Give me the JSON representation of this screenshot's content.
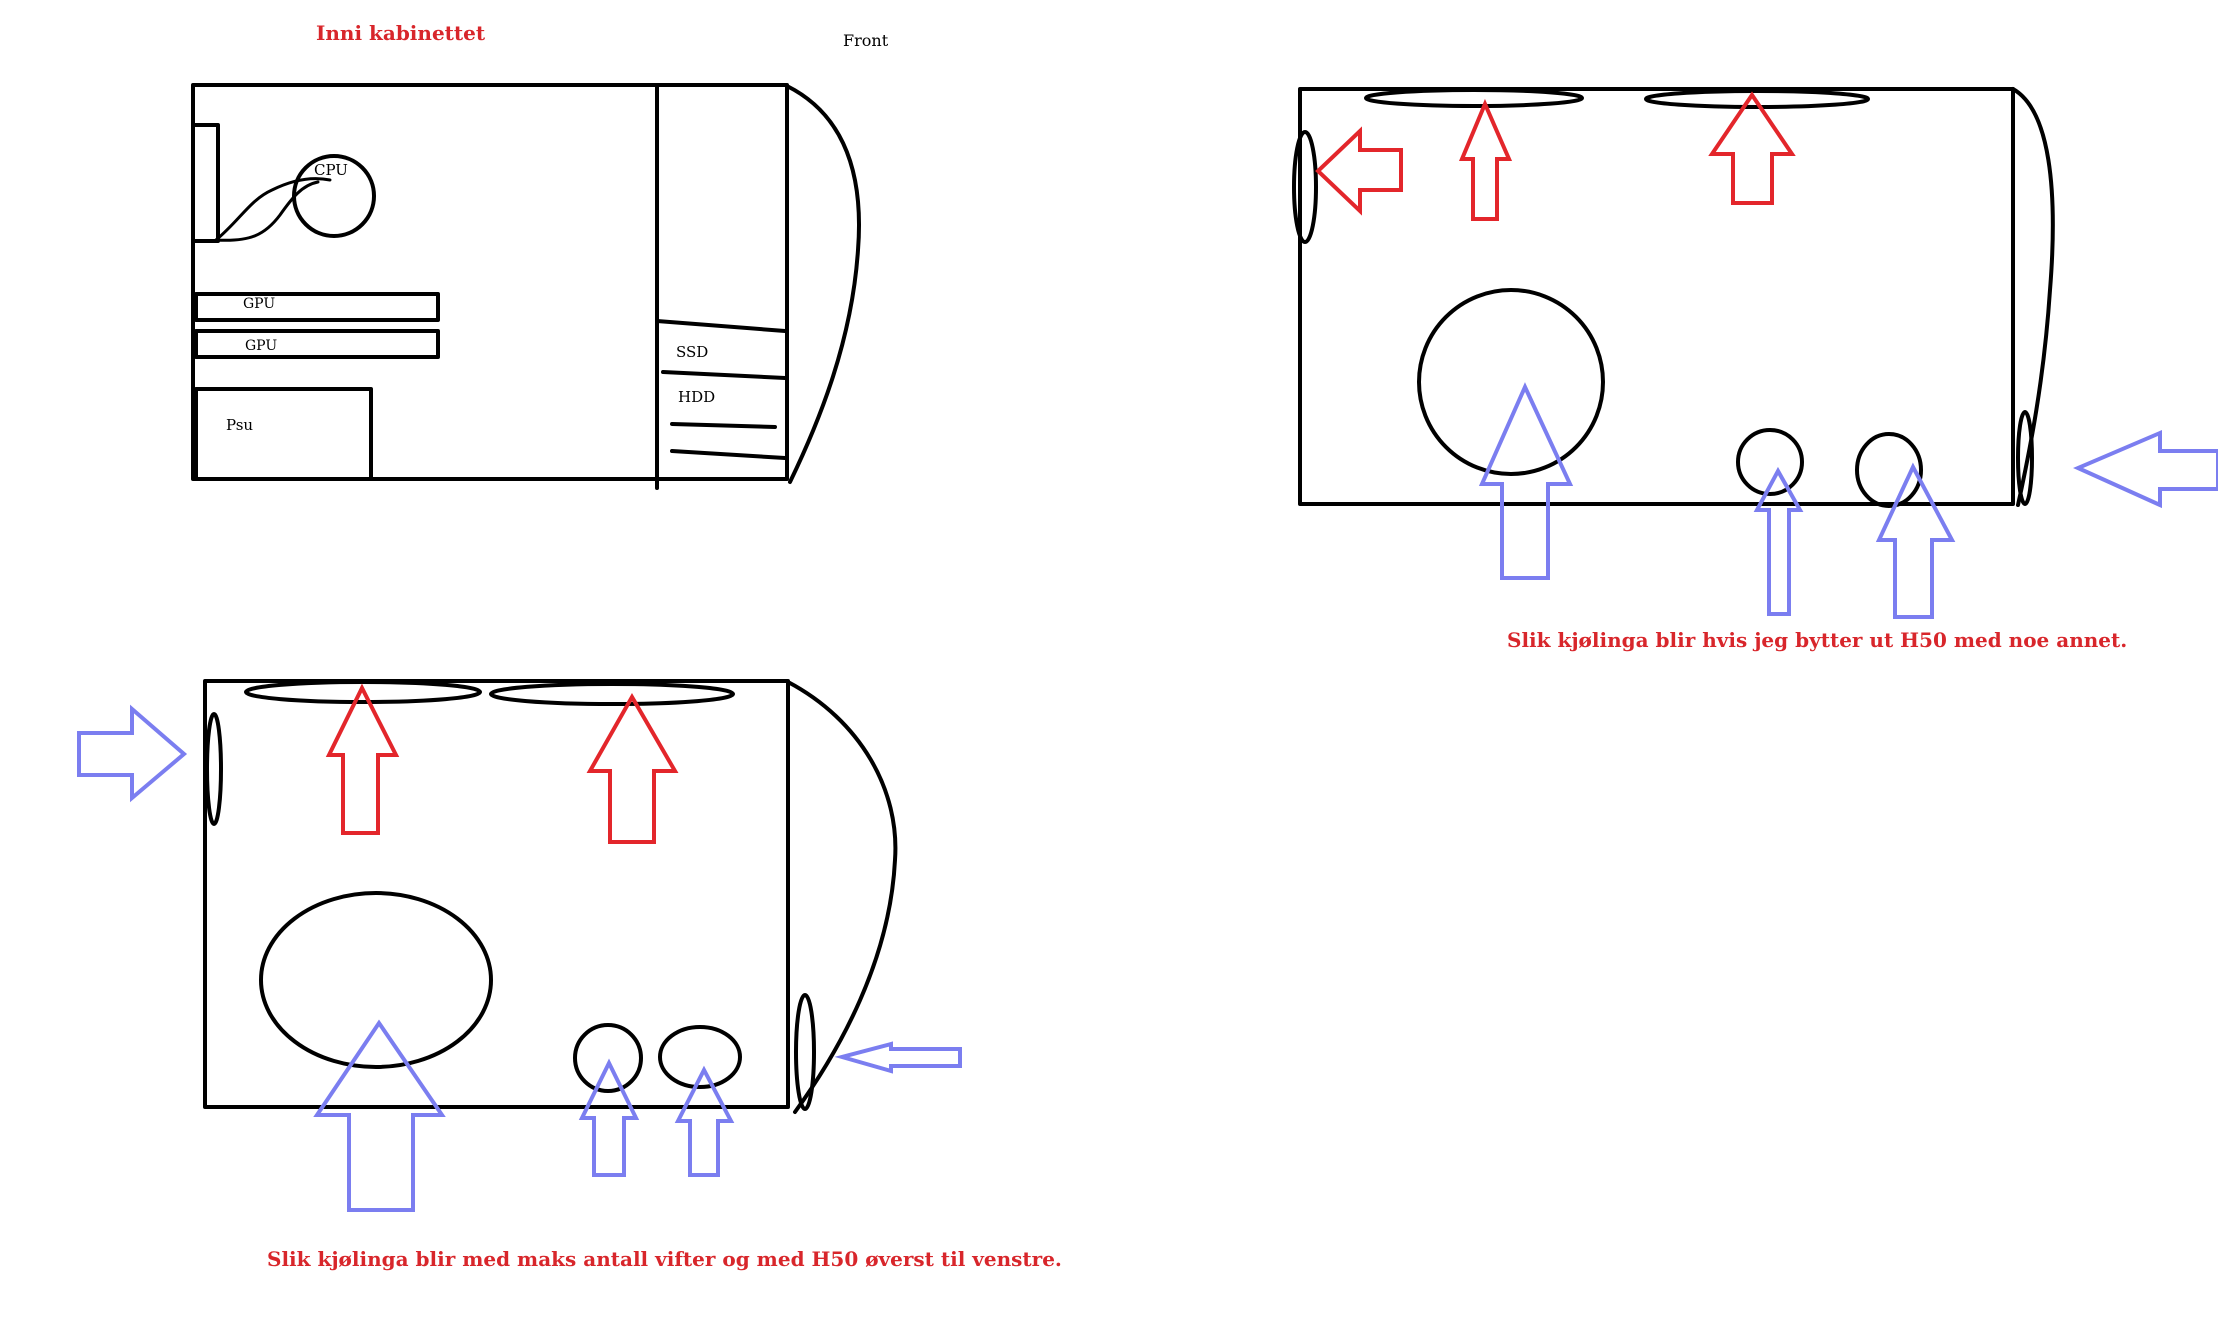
{
  "colors": {
    "exhaust": "#e3262b",
    "intake": "#7b7ef0",
    "outline": "#000000",
    "heading": "#d8262b"
  },
  "interior": {
    "title": "Inni kabinettet",
    "front_label": "Front",
    "cpu_label": "CPU",
    "gpu_labels": [
      "GPU",
      "GPU"
    ],
    "psu_label": "Psu",
    "ssd_label": "SSD",
    "hdd_label": "HDD"
  },
  "airflow_max_fans": {
    "caption": "Slik kjølinga blir med maks antall vifter og med H50 øverst til venstre."
  },
  "airflow_replace_h50": {
    "caption": "Slik kjølinga blir hvis jeg bytter ut H50 med noe annet."
  }
}
